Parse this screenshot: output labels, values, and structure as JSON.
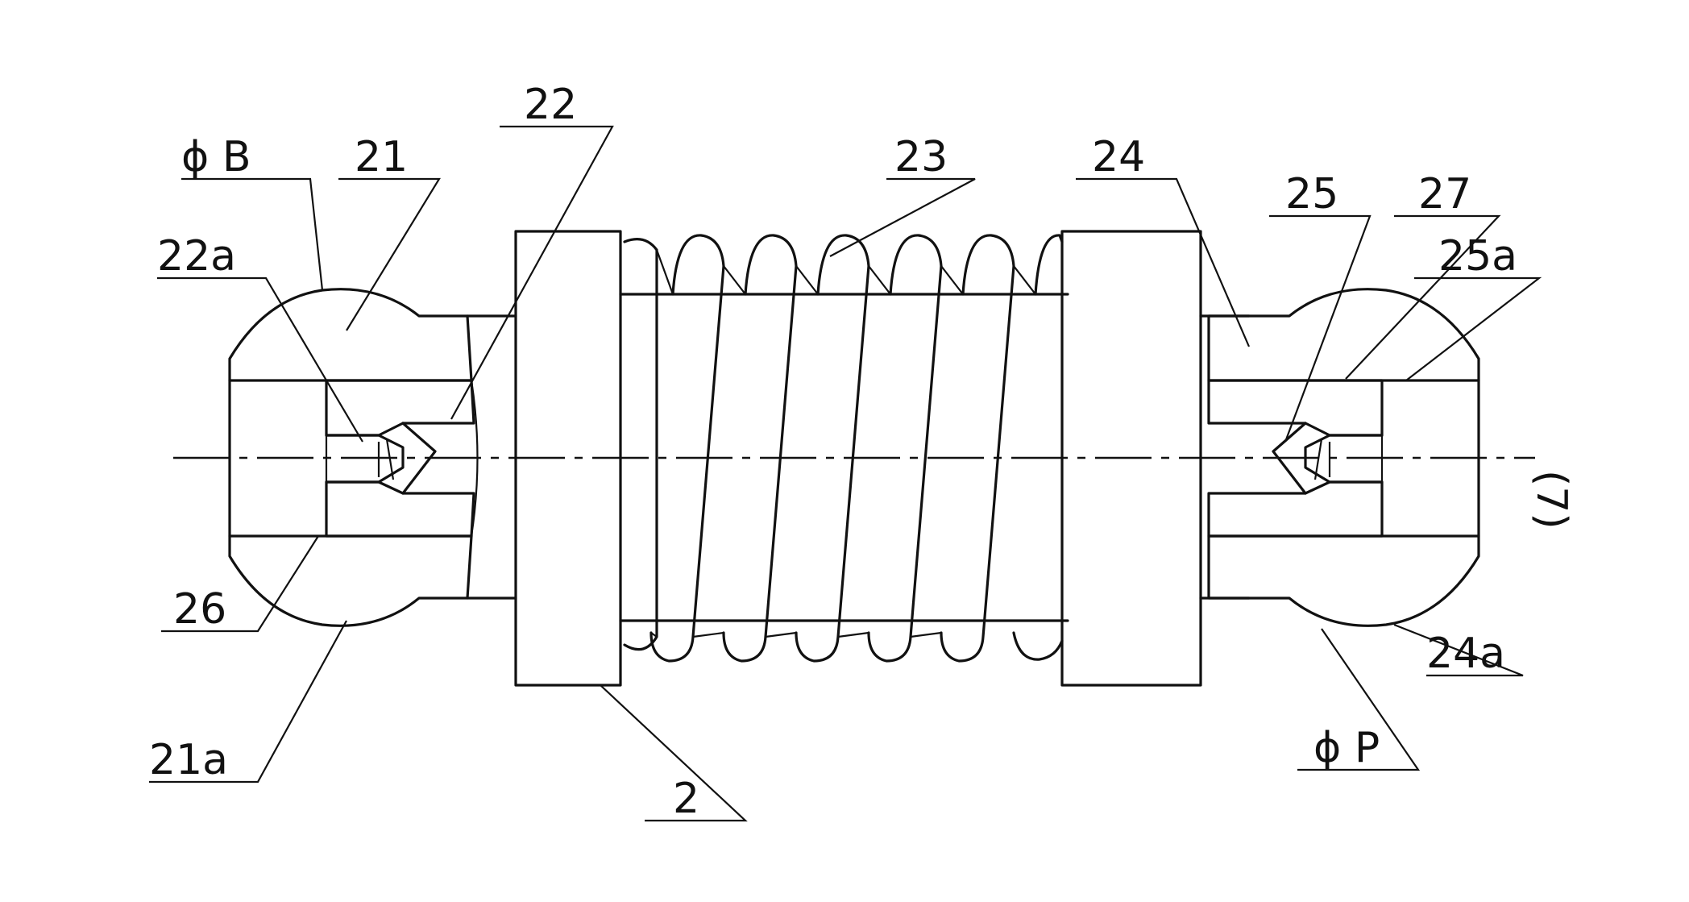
{
  "drawing": {
    "labels": {
      "phi_b": "ϕ B",
      "l21": "21",
      "l22": "22",
      "l22a": "22a",
      "l23": "23",
      "l24": "24",
      "l25": "25",
      "l27": "27",
      "l25a": "25a",
      "l26": "26",
      "l21a": "21a",
      "l2": "2",
      "l24a": "24a",
      "phi_p": "ϕ P",
      "fig": "(7)"
    }
  }
}
